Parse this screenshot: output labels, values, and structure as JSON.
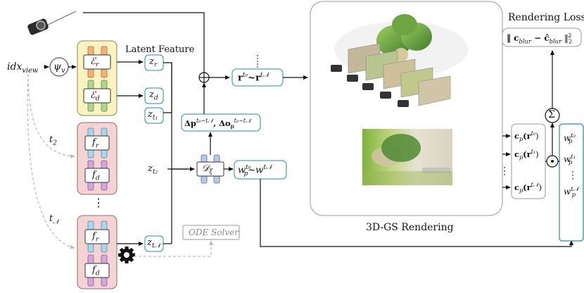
{
  "labels": {
    "idx_view": "idx",
    "idx_view_sub": "view",
    "psi": "ψ",
    "psi_sub": "v",
    "latent_feature": "Latent Feature",
    "enc_r": "ℰ",
    "enc_r_sub": "r",
    "enc_d": "ℰ",
    "enc_d_sub": "d",
    "f_r": "f",
    "f_r_sub": "r",
    "f_d": "f",
    "f_d_sub": "d",
    "t2": "t",
    "t2_sub": "2",
    "tN": "t",
    "tN_sub": "𝒩",
    "dots_mid": "⋮",
    "z_r": "z",
    "z_r_sub": "r",
    "z_d": "z",
    "z_d_sub": "d",
    "z_t1": "z",
    "z_t1_sub": "t₁",
    "z_t2": "z",
    "z_t2_sub": "t₂",
    "z_tN": "z",
    "z_tN_sub": "t𝒩",
    "decoder": "𝒟",
    "decoder_sub": "ξ",
    "delta": "Δ𝐩^{t₀~t𝒩}, Δ𝐨_𝐩^{t₀~t𝒩}",
    "delta_main1": "Δ𝐩",
    "delta_sup1": "t₀~t𝒩",
    "delta_main2": ", Δ𝐨",
    "delta_sub2": "𝐩",
    "delta_sup2": "t₀~t𝒩",
    "rays": "𝐫",
    "rays_sup1": "t₀",
    "rays_tilde": "~𝐫",
    "rays_sup2": "t𝒩",
    "weights_w": "w",
    "weights_sub": "p",
    "weights_sup1": "t₀",
    "weights_tilde": "~w",
    "weights_sup2": "t𝒩",
    "ode_solver": "ODE Solver",
    "gs_rendering": "3D-GS Rendering",
    "rendering_loss": "Rendering Loss",
    "loss_formula": "‖ 𝐜_blur − 𝐜̂_blur ‖₂²",
    "loss_pre": "‖ 𝐜",
    "loss_sub1": "blur",
    "loss_mid": " − 𝐜̂",
    "loss_sub2": "blur",
    "loss_post": " ‖",
    "loss_sub3": "2",
    "loss_sup3": "2",
    "sum": "Σ",
    "dot": "⊙",
    "cp0": "𝐜",
    "cp_sub": "p",
    "cp0_arg": "(𝐫",
    "cp0_sup": "t₀",
    "cp1_sup": "t₁",
    "cpN_sup": "t𝒩",
    "cp_close": ")",
    "vdots": "⋮",
    "w_t0": "t₀",
    "w_t1": "t₁",
    "w_tN": "t𝒩"
  },
  "colors": {
    "encoder_bg": "#fbf3bf",
    "encoder_border": "#8a8660",
    "frame_bg": "#f6d3d3",
    "frame_border": "#8c6e6e",
    "orange": "#f2b177",
    "green": "#a9d88f",
    "blue": "#a6d7ef",
    "purple": "#d3a7dd",
    "decoder_blue": "#b7c7e8",
    "teal_border": "#2a8aa0",
    "gray_border": "#9a9a9a",
    "dashed_gray": "#bdbdbd"
  }
}
